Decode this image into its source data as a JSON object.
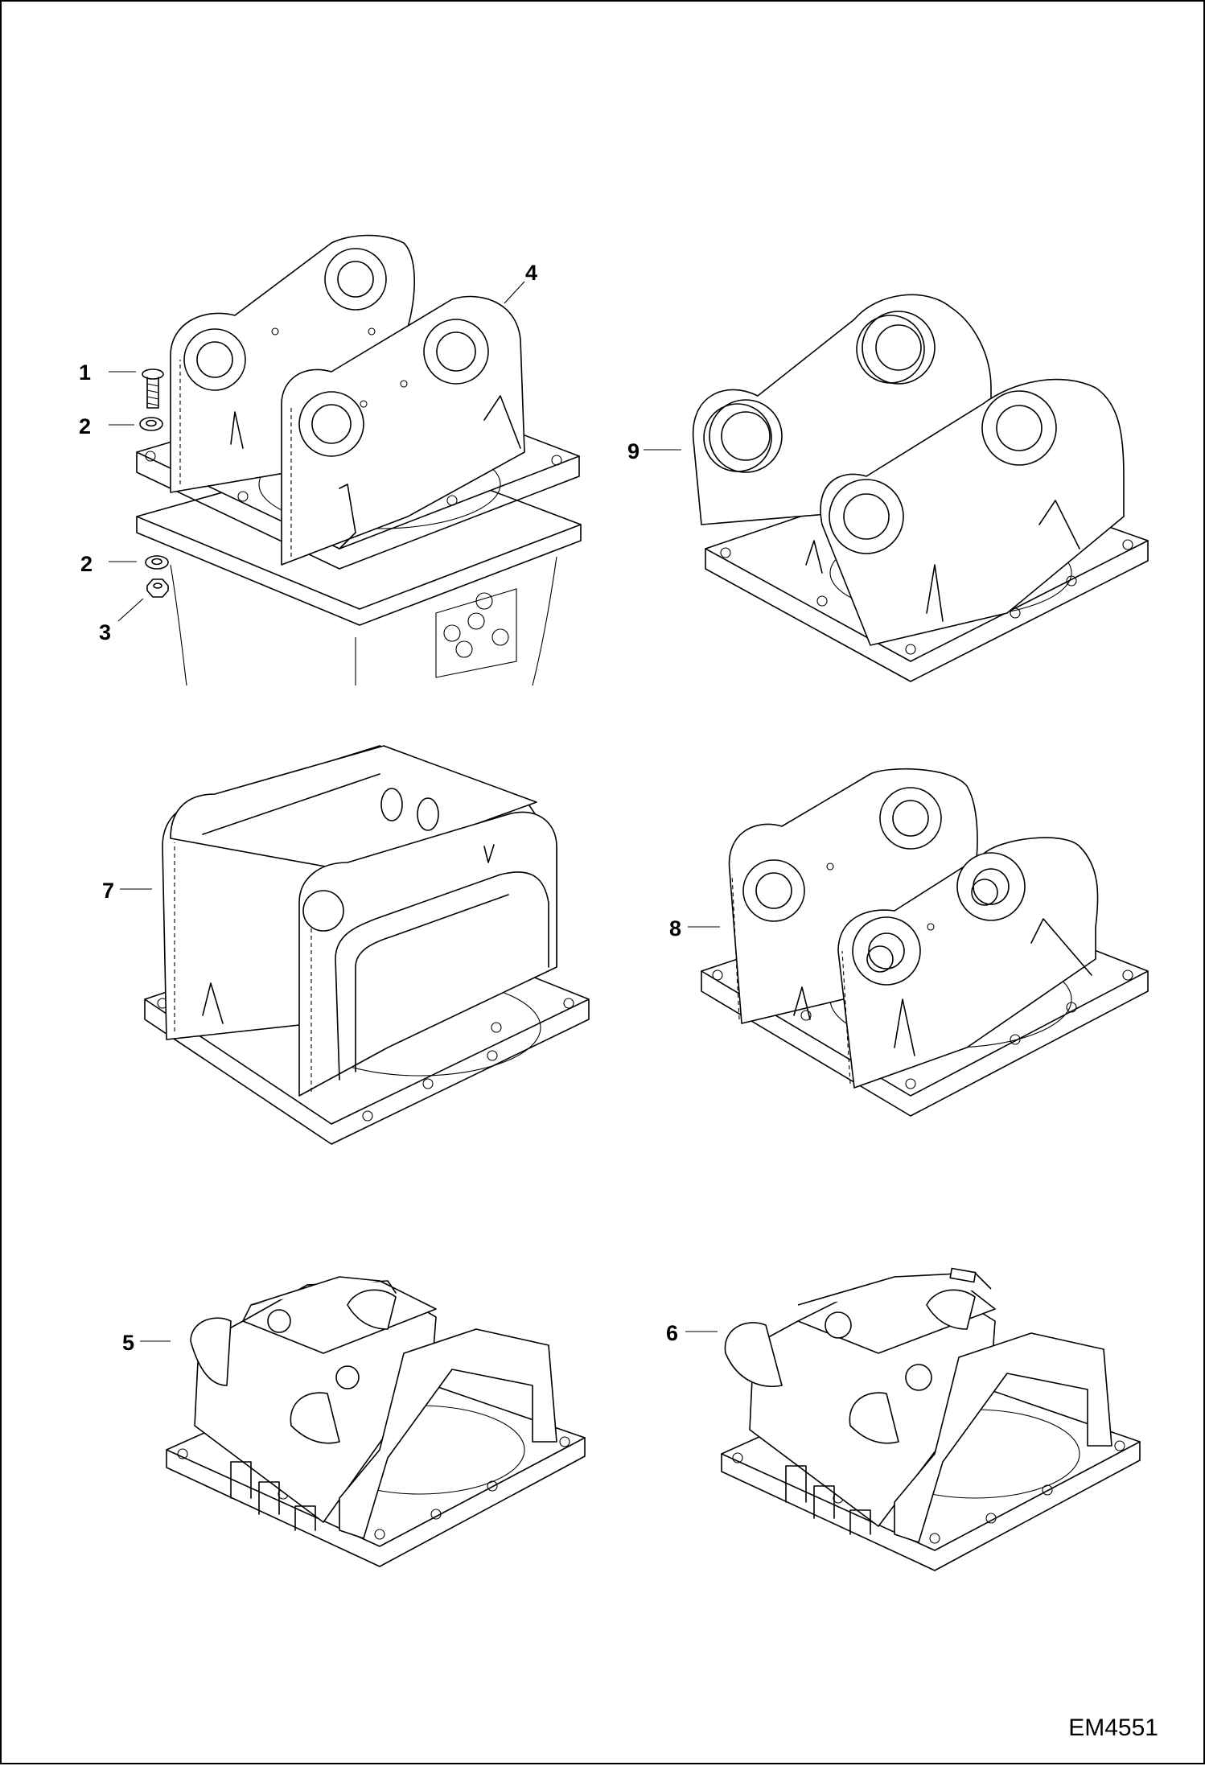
{
  "callouts": {
    "c1": "1",
    "c2a": "2",
    "c2b": "2",
    "c3": "3",
    "c4": "4",
    "c5": "5",
    "c6": "6",
    "c7": "7",
    "c8": "8",
    "c9": "9"
  },
  "drawing_code": "EM4551"
}
